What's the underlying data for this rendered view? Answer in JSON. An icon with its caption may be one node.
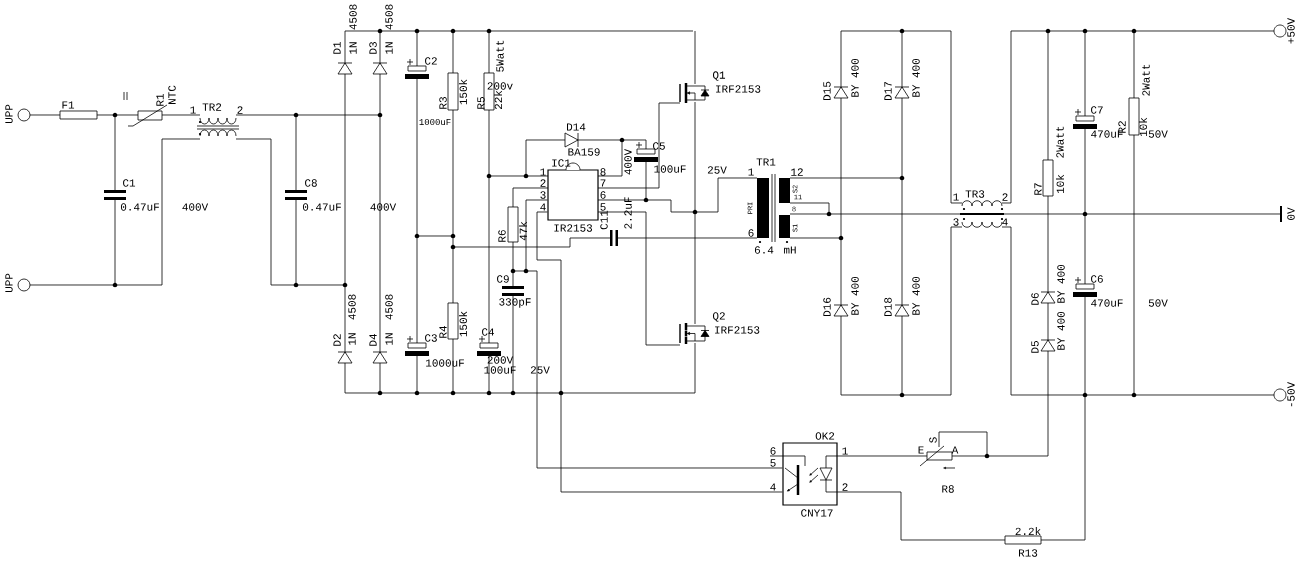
{
  "diagram": {
    "nodes": [
      {
        "text": [
          "IC1",
          "IR2153"
        ],
        "beside": [
          "1",
          "8",
          "2",
          "7",
          "3",
          "6",
          "4",
          "5"
        ]
      },
      {
        "text": [
          "OK2",
          "CNY17"
        ],
        "beside": [
          "6",
          "1",
          "5",
          "4",
          "2"
        ]
      }
    ],
    "edges": [
      {
        "from": 0,
        "to": 1,
        "arrow": "none"
      },
      {
        "from": 1,
        "to": 0,
        "arrow": "none"
      }
    ],
    "labels": [
      "4508",
      "4508",
      "D1",
      "1N",
      "D3",
      "1N",
      "5Watt",
      "C2",
      "Q1",
      "IRF2153",
      "D15",
      "BY 400",
      "D17",
      "BY 400",
      "1000uF",
      "200v",
      "R3",
      "150k",
      "R5",
      "22k",
      "2Watt",
      "F1",
      "R1",
      "NTC",
      "1",
      "TR2",
      "2",
      "C7",
      "R2",
      "10k",
      "470uF",
      "50V",
      "2Watt",
      "D14",
      "C5",
      "BA159",
      "400V",
      "100uF",
      "25V",
      "1",
      "TR1",
      "12",
      "R7",
      "10k",
      "S2",
      "11",
      "8",
      "S1",
      "PRI",
      "1",
      "TR3",
      "2",
      "3",
      "4",
      "0V",
      "C1",
      "C8",
      "0.47uF",
      "400V",
      "0.47uF",
      "400V",
      "R6",
      "47k",
      "C11",
      "2.2uF",
      "6",
      "6.4",
      "mH",
      "C9",
      "C6",
      "330pF",
      "D16",
      "BY 400",
      "D18",
      "BY 400",
      "D6",
      "BY 400",
      "470uF",
      "50V",
      "D2",
      "1N",
      "4508",
      "D4",
      "1N",
      "4508",
      "Q2",
      "IRF2153",
      "R4",
      "150k",
      "C4",
      "C3",
      "D5",
      "BY 400",
      "1000uF",
      "200V",
      "100uF",
      "25V",
      "UPP",
      "UPP",
      "+50V",
      "-50V",
      "E",
      "S",
      "A",
      "R8",
      "2.2k",
      "R13"
    ]
  }
}
